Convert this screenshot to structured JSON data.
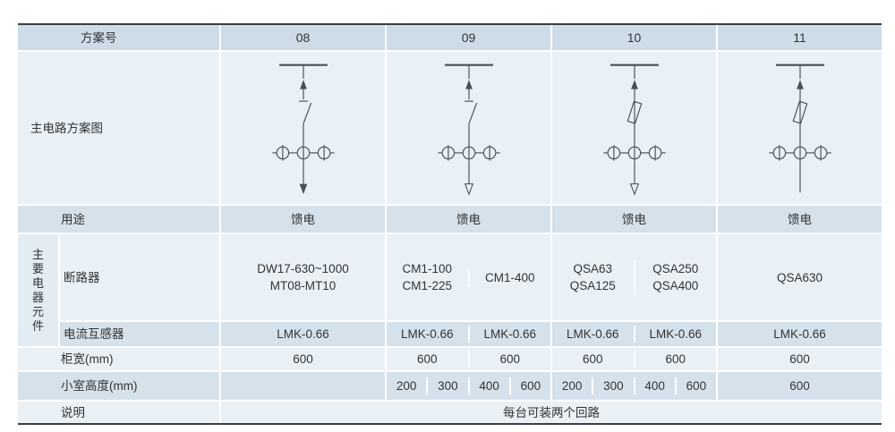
{
  "colors": {
    "header_bg": "#cddce8",
    "row_light": "#e9f0f6",
    "row_medium": "#d5e2ec",
    "table_border": "#3a3f44",
    "text": "#333333",
    "diagram_stroke": "#4a4f55"
  },
  "table": {
    "header": {
      "label": "方案号",
      "schemes": [
        "08",
        "09",
        "10",
        "11"
      ]
    },
    "diagram_row_label": "主电路方案图",
    "usage": {
      "label": "用途",
      "values": [
        "馈电",
        "馈电",
        "馈电",
        "馈电"
      ]
    },
    "components_group": "主要电器元件",
    "breaker": {
      "label": "断路器",
      "s08": [
        "DW17-630~1000",
        "MT08-MT10"
      ],
      "s09a": [
        "CM1-100",
        "CM1-225"
      ],
      "s09b": [
        "CM1-400"
      ],
      "s10a": [
        "QSA63",
        "QSA125"
      ],
      "s10b": [
        "QSA250",
        "QSA400"
      ],
      "s11": [
        "QSA630"
      ]
    },
    "ct": {
      "label": "电流互感器",
      "s08": "LMK-0.66",
      "s09a": "LMK-0.66",
      "s09b": "LMK-0.66",
      "s10a": "LMK-0.66",
      "s10b": "LMK-0.66",
      "s11": "LMK-0.66"
    },
    "cabinet_width": {
      "label": "柜宽(mm)",
      "s08": "600",
      "s09a": "600",
      "s09b": "600",
      "s10a": "600",
      "s10b": "600",
      "s11": "600"
    },
    "room_height": {
      "label": "小室高度(mm)",
      "s08": "",
      "s09": [
        "200",
        "300",
        "400",
        "600"
      ],
      "s10": [
        "200",
        "300",
        "400",
        "600"
      ],
      "s11": "600"
    },
    "note": {
      "label": "说明",
      "value": "每台可装两个回路"
    }
  },
  "diagrams": [
    {
      "scheme": "08",
      "switch": "breaker",
      "bottom": "solid-arrow"
    },
    {
      "scheme": "09",
      "switch": "breaker",
      "bottom": "hollow-arrow"
    },
    {
      "scheme": "10",
      "switch": "fuse",
      "bottom": "hollow-arrow"
    },
    {
      "scheme": "11",
      "switch": "fuse",
      "bottom": "none"
    }
  ]
}
